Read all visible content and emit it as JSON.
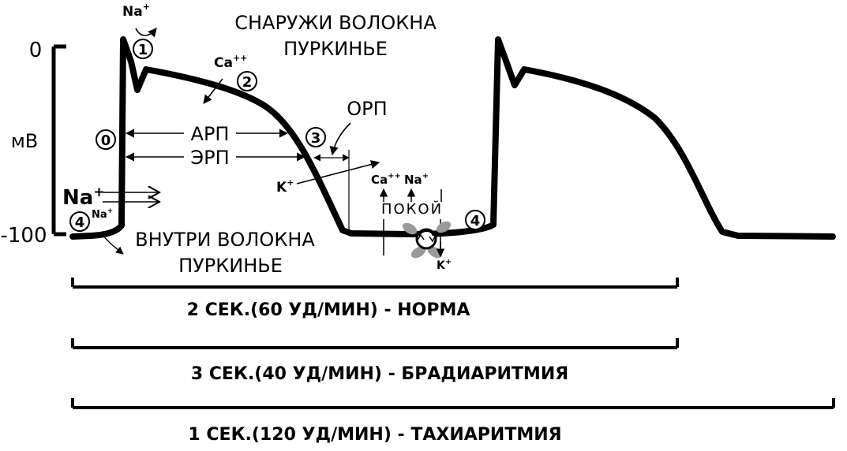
{
  "axis": {
    "unit": "мВ",
    "tick_top": "0",
    "tick_bottom": "-100"
  },
  "labels": {
    "outside": [
      "СНАРУЖИ ВОЛОКНА",
      "ПУРКИНЬЕ"
    ],
    "inside": [
      "ВНУТРИ ВОЛОКНА",
      "ПУРКИНЬЕ"
    ],
    "arp": "АРП",
    "erp": "ЭРП",
    "orp": "ОРП",
    "rest": "ПОКОЙ"
  },
  "phases": [
    "0",
    "1",
    "2",
    "3",
    "4",
    "4"
  ],
  "ions": {
    "na": "Na",
    "ca": "Ca",
    "k": "K",
    "plus": "+",
    "plusplus": "++"
  },
  "intervals": [
    {
      "label": "2 СЕК.(60 УД/МИН) - НОРМА"
    },
    {
      "label": "3 СЕК.(40 УД/МИН) - БРАДИАРИТМИЯ"
    },
    {
      "label": "1 СЕК.(120 УД/МИН) - ТАХИАРИТМИЯ"
    }
  ],
  "colors": {
    "ink": "#000000",
    "pump": "#9a9a9a",
    "background": "#ffffff"
  }
}
